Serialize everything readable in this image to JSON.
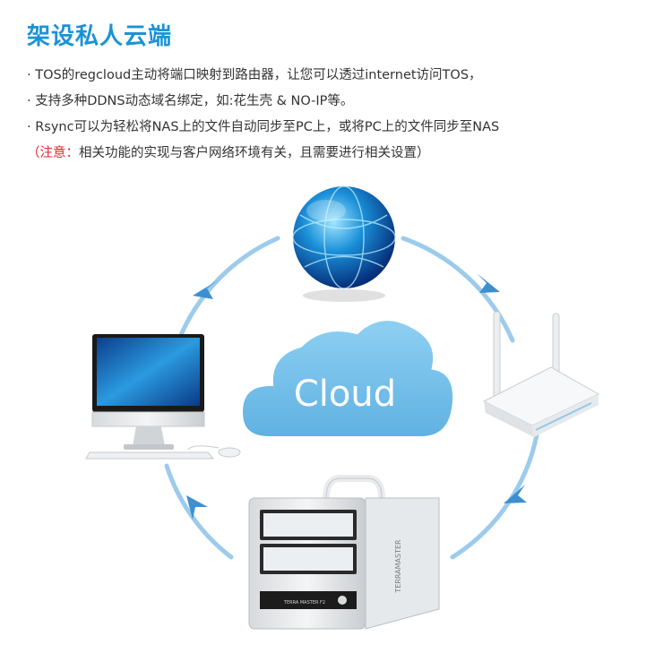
{
  "page": {
    "title": "架设私人云端",
    "bullets": [
      "· TOS的regcloud主动将端口映射到路由器，让您可以透过internet访问TOS，",
      "· 支持多种DDNS动态域名绑定，如:花生壳 & NO-IP等。",
      "· Rsync可以为轻松将NAS上的文件自动同步至PC上，或将PC上的文件同步至NAS"
    ],
    "note": {
      "label": "（注意：",
      "text": "相关功能的实现与客户网络环境有关，且需要进行相关设置）"
    }
  },
  "diagram": {
    "center_label": "Cloud",
    "nas_brand": "TERRAMASTER",
    "nas_model": "TERRA MASTER F2",
    "colors": {
      "circle": "#9ccbec",
      "cloud": "#7cc4ea",
      "arrow": "#3d8fd0"
    },
    "icons": [
      "globe-icon",
      "router-icon",
      "nas-icon",
      "computer-icon"
    ]
  }
}
